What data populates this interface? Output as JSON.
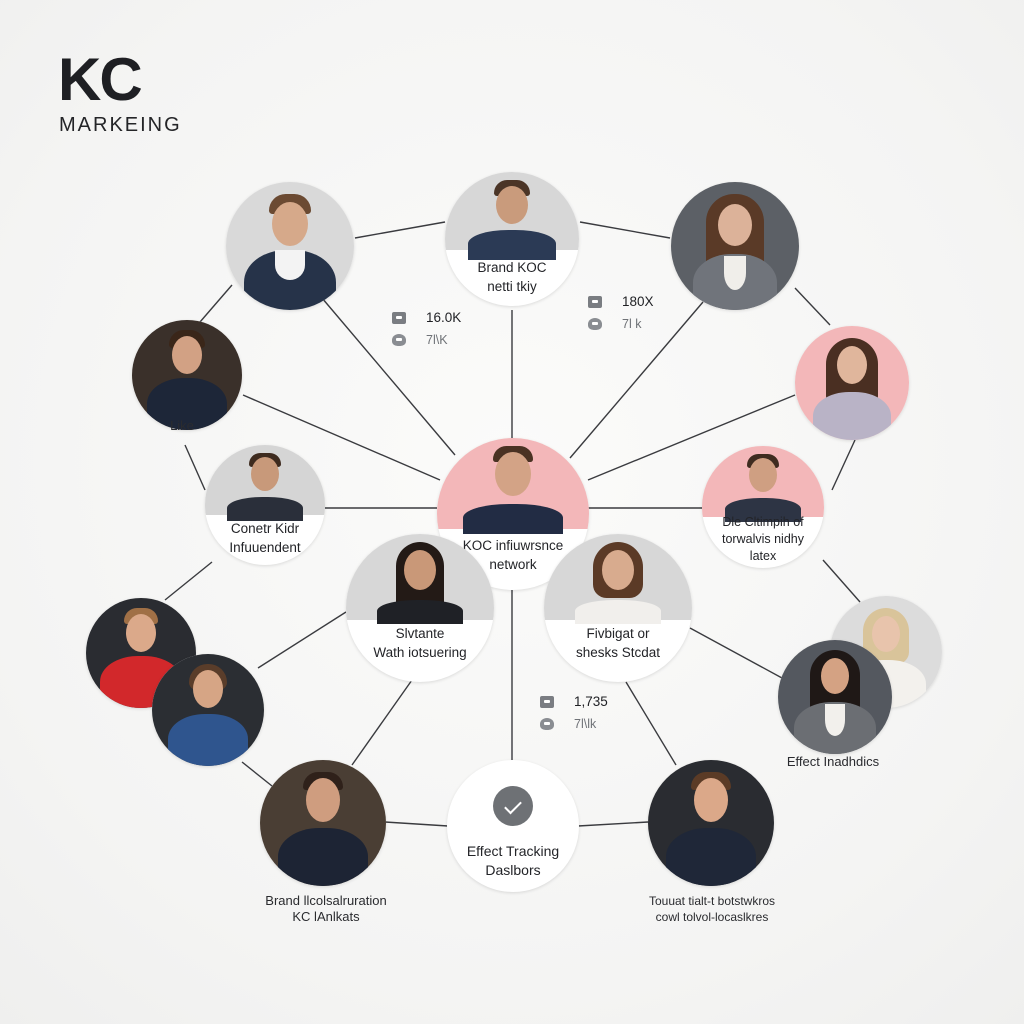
{
  "brand": {
    "main": "KC",
    "sub": "MARKEING"
  },
  "nodes": {
    "center": {
      "label_line1": "KOC infiuwrsnce",
      "label_line2": "network"
    },
    "top_center": {
      "label_line1": "Brand KOC",
      "label_line2": "netti tkiy"
    },
    "left_mid": {
      "label_line1": "Conetr Kidr",
      "label_line2": "Infuuendent"
    },
    "right_mid": {
      "label_line1": "Dle Cltimpih of",
      "label_line2": "torwalvis nidhy",
      "label_line3": "latex"
    },
    "lower_left": {
      "label_line1": "Slvtante",
      "label_line2": "Wath iotsuering"
    },
    "lower_right": {
      "label_line1": "Fivbigat or",
      "label_line2": "shesks Stcdat"
    },
    "dashboard": {
      "label_line1": "Effect Tracking",
      "label_line2": "Daslbors"
    }
  },
  "external_labels": {
    "like": "Like",
    "effect_inadhdics": "Effect Inadhdics",
    "bottom_left_line1": "Brand llcolsalruration",
    "bottom_left_line2": "KC lAnlkats",
    "bottom_right_line1": "Touuat tialt-t botstwkros",
    "bottom_right_line2": "cowl tolvol-locaslkres"
  },
  "stats": {
    "left": {
      "value": "16.0K",
      "sub": "7l\\K"
    },
    "right": {
      "value": "180X",
      "sub": "7l k"
    },
    "bottom": {
      "value": "1,735",
      "sub": "7l\\lk"
    }
  },
  "colors": {
    "accent_pink": "#f3b7b9",
    "line": "#3a3b3f",
    "card_bg": "#ffffff"
  },
  "icons": {
    "stat_top": "comment-icon",
    "stat_bottom": "reaction-icon",
    "dashboard": "check-icon"
  }
}
